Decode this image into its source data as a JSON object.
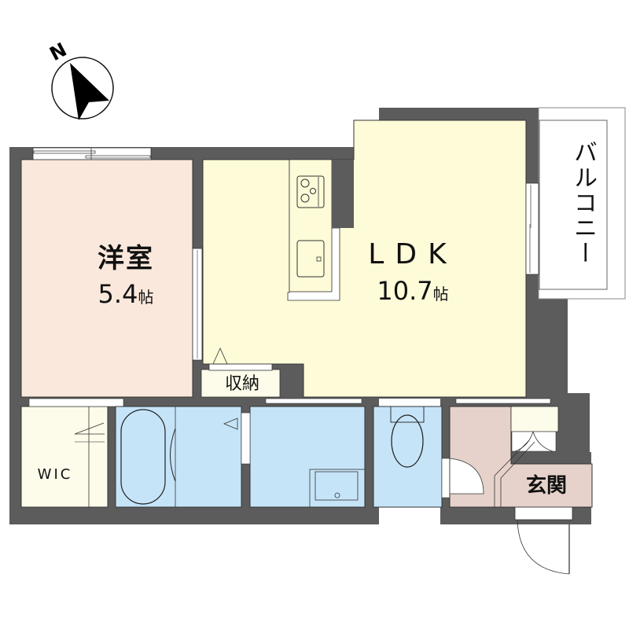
{
  "floor_plan": {
    "compass": {
      "north_label": "N"
    },
    "rooms": {
      "western_room": {
        "name": "洋室",
        "area_value": "5.4",
        "area_unit": "帖",
        "color": "#fbe8dc"
      },
      "ldk": {
        "name": "LDK",
        "area_value": "10.7",
        "area_unit": "帖",
        "color": "#fdfbd8"
      },
      "storage": {
        "name": "収納"
      },
      "wic": {
        "name": "WIC",
        "color": "#fdfbea"
      },
      "entrance": {
        "name": "玄関",
        "color": "#e6d2cb"
      },
      "balcony": {
        "name": "バルコニー"
      },
      "wet_areas_color": "#c6e4f8"
    },
    "colors": {
      "wall": "#5c5c5c"
    }
  }
}
